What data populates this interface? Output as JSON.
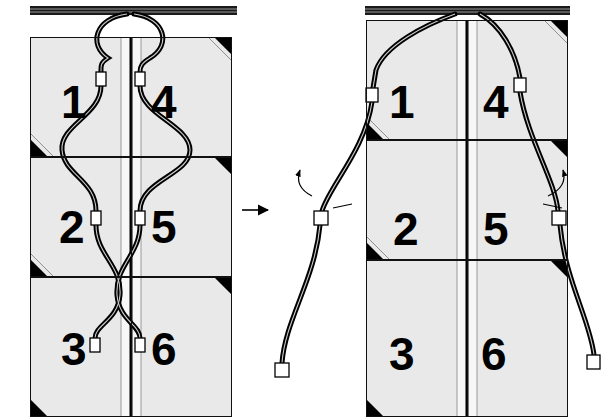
{
  "diagram": {
    "nodes": [
      {
        "text": [
          "1"
        ]
      },
      {
        "text": [
          "4"
        ]
      },
      {
        "text": [
          "2"
        ]
      },
      {
        "text": [
          "5"
        ]
      },
      {
        "text": [
          "3"
        ]
      },
      {
        "text": [
          "6"
        ]
      },
      {
        "text": [
          "1"
        ]
      },
      {
        "text": [
          "4"
        ]
      },
      {
        "text": [
          "2"
        ]
      },
      {
        "text": [
          "5"
        ]
      },
      {
        "text": [
          "3"
        ]
      },
      {
        "text": [
          "6"
        ]
      }
    ]
  }
}
